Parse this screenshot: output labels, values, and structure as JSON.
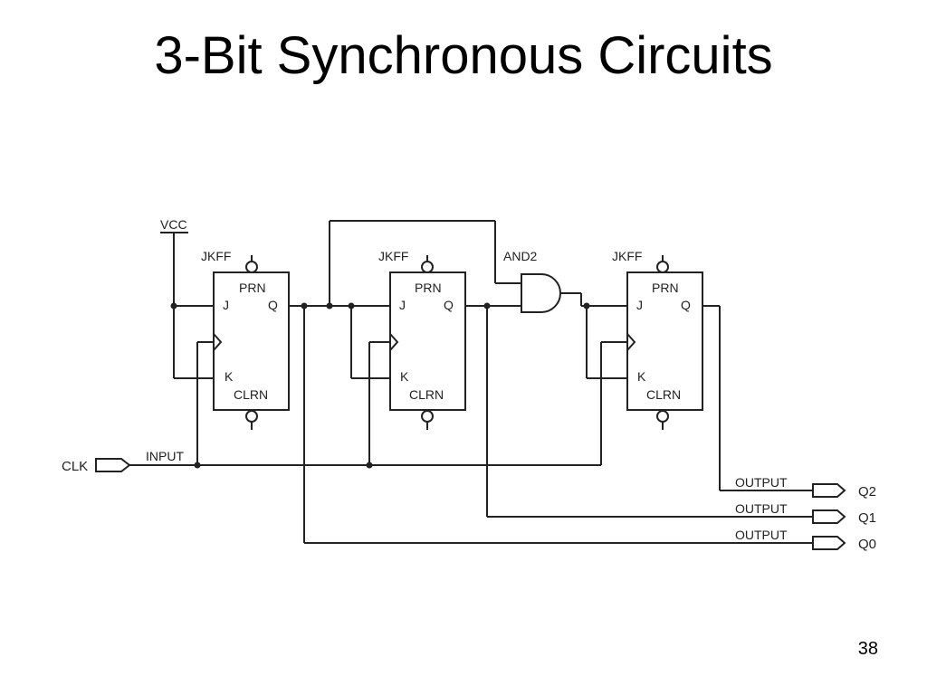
{
  "slide": {
    "title": "3-Bit Synchronous Circuits",
    "page_number": "38"
  },
  "diagram": {
    "vcc_label": "VCC",
    "flip_flops": [
      {
        "type": "JKFF",
        "pins": {
          "prn": "PRN",
          "j": "J",
          "q": "Q",
          "k": "K",
          "clrn": "CLRN"
        }
      },
      {
        "type": "JKFF",
        "pins": {
          "prn": "PRN",
          "j": "J",
          "q": "Q",
          "k": "K",
          "clrn": "CLRN"
        }
      },
      {
        "type": "JKFF",
        "pins": {
          "prn": "PRN",
          "j": "J",
          "q": "Q",
          "k": "K",
          "clrn": "CLRN"
        }
      }
    ],
    "and_gate": {
      "type": "AND2"
    },
    "input": {
      "port_name": "CLK",
      "label": "INPUT"
    },
    "outputs": [
      {
        "label": "OUTPUT",
        "port_name": "Q2"
      },
      {
        "label": "OUTPUT",
        "port_name": "Q1"
      },
      {
        "label": "OUTPUT",
        "port_name": "Q0"
      }
    ]
  }
}
